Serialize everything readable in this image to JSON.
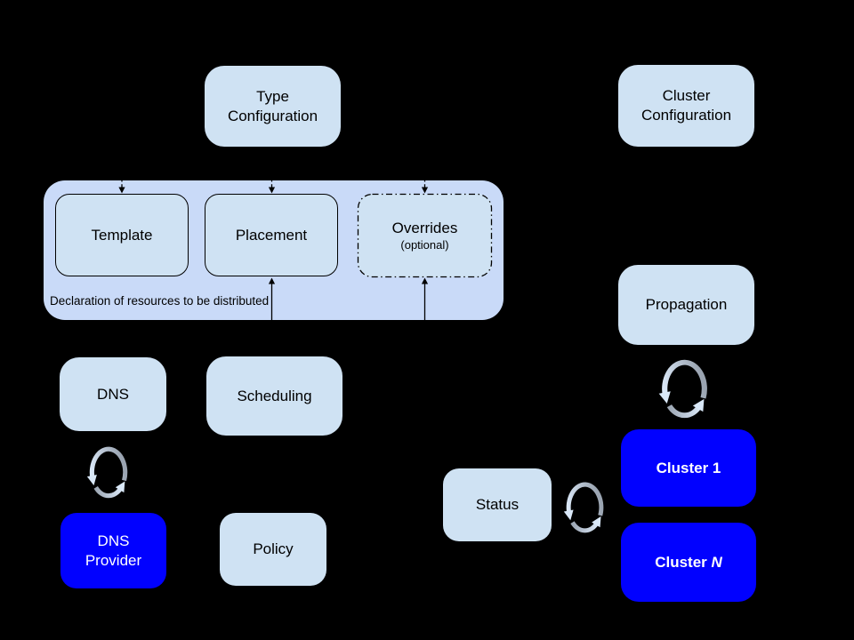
{
  "diagram": {
    "background": "#000000",
    "colors": {
      "light_box": "#cfe2f3",
      "group_fill": "#c9daf8",
      "accent_blue": "#0101ff",
      "dark_text": "#000000",
      "light_text": "#ffffff",
      "sync_gray": "#9aa4b1",
      "sync_light": "#dceafa"
    },
    "nodes": {
      "type_config": {
        "lines": [
          "Type",
          "Configuration"
        ]
      },
      "cluster_config": {
        "lines": [
          "Cluster",
          "Configuration"
        ]
      },
      "template": {
        "label": "Template"
      },
      "placement": {
        "label": "Placement"
      },
      "overrides": {
        "label": "Overrides",
        "sublabel": "(optional)"
      },
      "dns": {
        "label": "DNS"
      },
      "scheduling": {
        "label": "Scheduling"
      },
      "propagation": {
        "label": "Propagation"
      },
      "dns_provider": {
        "lines": [
          "DNS",
          "Provider"
        ]
      },
      "policy": {
        "label": "Policy"
      },
      "status": {
        "label": "Status"
      },
      "cluster_1": {
        "prefix": "Cluster ",
        "suffix": "1"
      },
      "cluster_n": {
        "prefix": "Cluster ",
        "suffix": "N"
      }
    },
    "group_caption": "Declaration of resources to be distributed",
    "icons": {
      "sync": "sync-arrows"
    }
  }
}
